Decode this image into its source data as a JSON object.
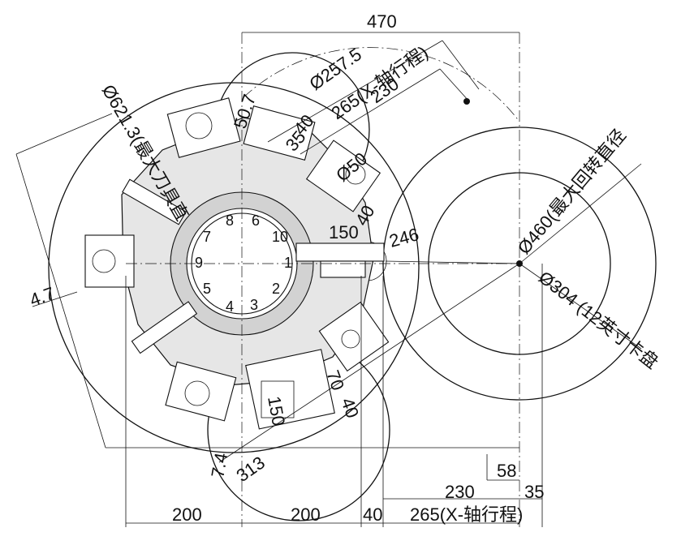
{
  "dimensions": {
    "top_width": "470",
    "spindle_dia": "Ø257.5",
    "x_travel_upper": "265(X-轴行程)",
    "upper_230": "230",
    "max_tool_dia": "Ø621.3(最大刀具直",
    "upper_50_7": "50.7",
    "upper_40": "40",
    "upper_35": "35",
    "dia_50": "Ø50",
    "mid_40": "40",
    "mid_150": "150",
    "mid_246": "246",
    "max_swing": "Ø460(最大回转直径",
    "chuck_dia": "Ø304 (12英寸卡盘",
    "left_4_7": "4.7",
    "lower_70": "70",
    "lower_40": "40",
    "lower_150": "150",
    "lower_7_4": "7.4",
    "lower_313": "313",
    "right_58": "58",
    "bottom_230": "230",
    "bottom_35": "35",
    "bottom_200_left": "200",
    "bottom_200_right": "200",
    "bottom_40": "40",
    "x_travel_lower": "265(X-轴行程)"
  },
  "turret_numbers": [
    "1",
    "2",
    "3",
    "4",
    "5",
    "6",
    "7",
    "8",
    "9",
    "10"
  ]
}
